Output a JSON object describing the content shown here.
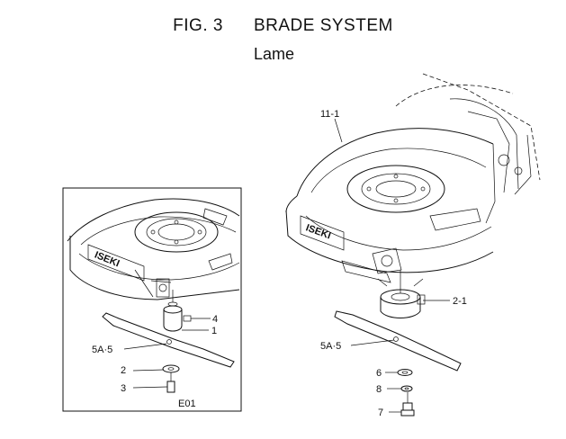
{
  "header": {
    "fig_label": "FIG. 3",
    "system_title": "BRADE SYSTEM",
    "subtitle": "Lame"
  },
  "inset": {
    "code": "E01",
    "callouts": [
      "4",
      "1",
      "5A·5",
      "2",
      "3"
    ],
    "logo_text": "ISEKI"
  },
  "main": {
    "callouts": [
      "11-1",
      "2-1",
      "5A·5",
      "6",
      "8",
      "7"
    ],
    "logo_text": "ISEKI"
  }
}
